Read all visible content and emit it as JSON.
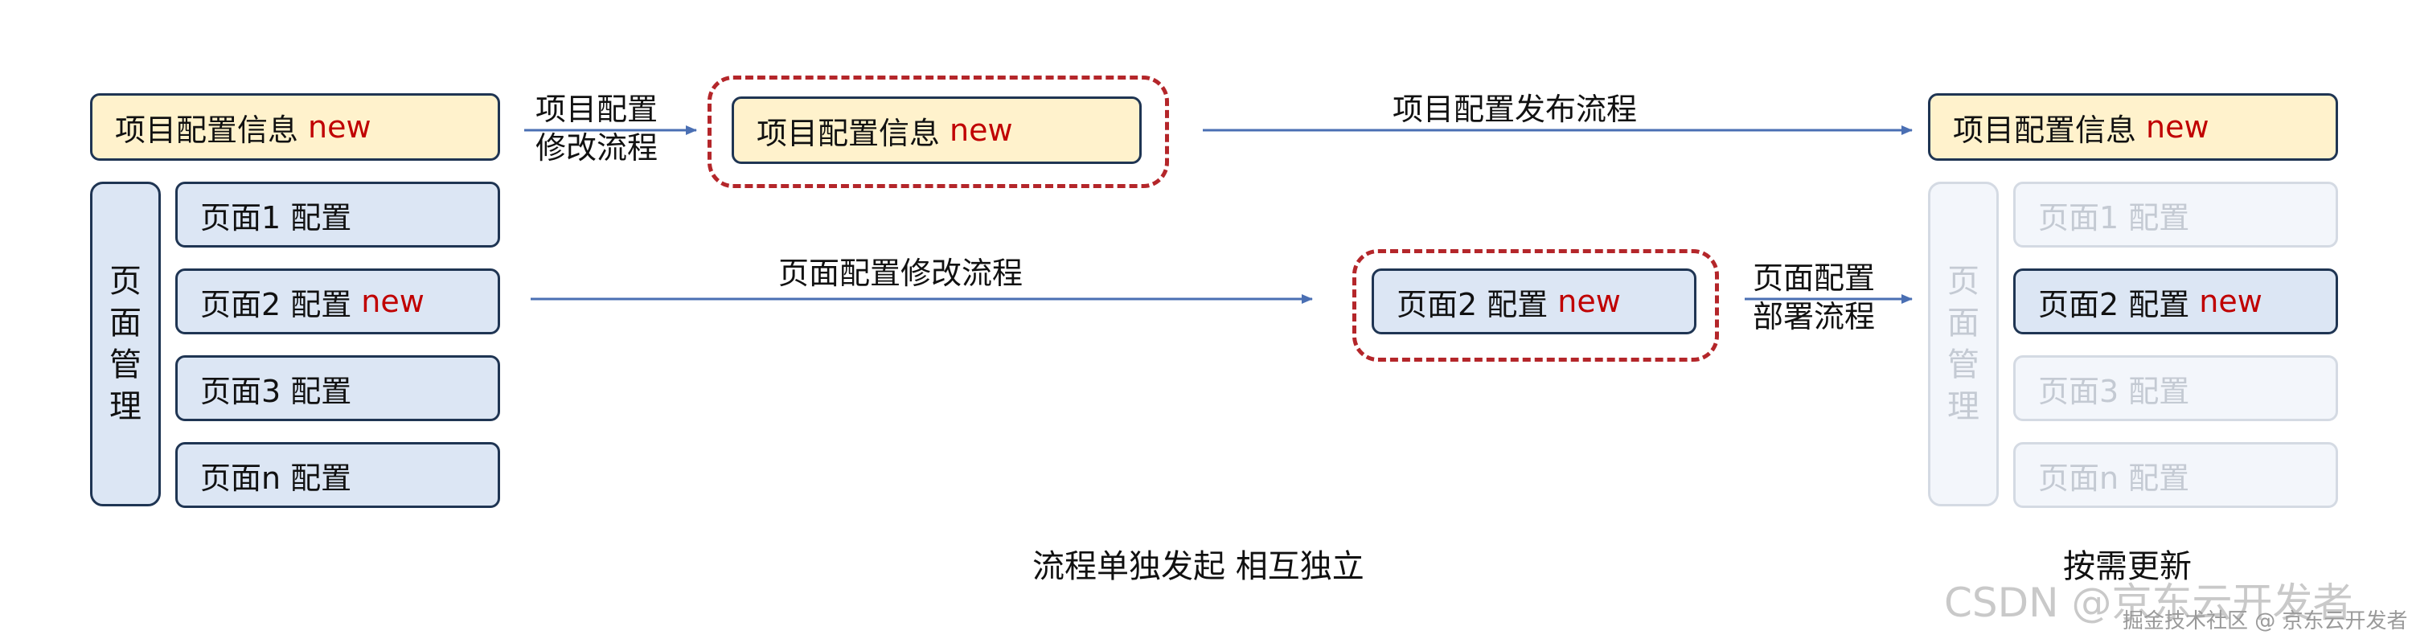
{
  "left": {
    "project_config": {
      "label": "项目配置信息",
      "badge": "new"
    },
    "page_mgmt": "页面管理",
    "pages": [
      {
        "label": "页面1 配置",
        "badge": ""
      },
      {
        "label": "页面2 配置",
        "badge": "new"
      },
      {
        "label": "页面3 配置",
        "badge": ""
      },
      {
        "label": "页面n 配置",
        "badge": ""
      }
    ]
  },
  "flows": {
    "project_modify": [
      "项目配置",
      "修改流程"
    ],
    "project_publish": "项目配置发布流程",
    "page_modify": "页面配置修改流程",
    "page_deploy": [
      "页面配置",
      "部署流程"
    ]
  },
  "middle": {
    "project_config": {
      "label": "项目配置信息",
      "badge": "new"
    },
    "page2": {
      "label": "页面2 配置",
      "badge": "new"
    }
  },
  "right": {
    "project_config": {
      "label": "项目配置信息",
      "badge": "new"
    },
    "page_mgmt": "页面管理",
    "pages": [
      {
        "label": "页面1 配置",
        "badge": ""
      },
      {
        "label": "页面2 配置",
        "badge": "new"
      },
      {
        "label": "页面3 配置",
        "badge": ""
      },
      {
        "label": "页面n 配置",
        "badge": ""
      }
    ]
  },
  "captions": {
    "independent": "流程单独发起 相互独立",
    "on_demand": "按需更新"
  },
  "watermark": {
    "main": "CSDN @京东云开发者",
    "sub": "掘金技术社区 @ 京东云开发者"
  },
  "colors": {
    "yellow_fill": "#fff2cc",
    "blue_fill": "#dce6f4",
    "border": "#1f3553",
    "new_red": "#c00000",
    "dash_red": "#b4262a",
    "arrow": "#4a6fb3"
  }
}
